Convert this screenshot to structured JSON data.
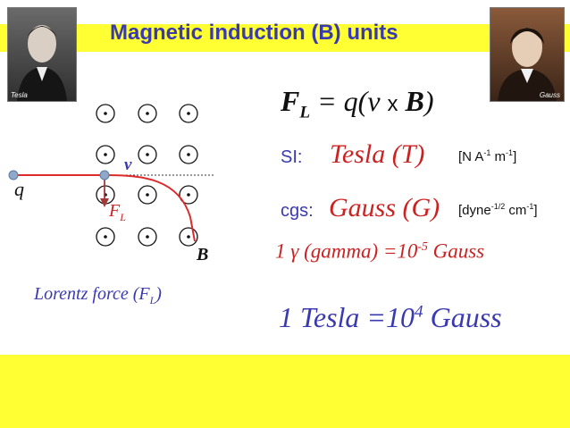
{
  "slide": {
    "title": "Magnetic induction (B) units",
    "colors": {
      "band": "#ffff33",
      "title": "#3a3ab0",
      "accent_red": "#cc2222",
      "curve": "#dd2a2a",
      "particle": "#8fa9c9"
    }
  },
  "photos": {
    "left_caption": "Tesla",
    "right_caption": "Gauss"
  },
  "diagram": {
    "charge_label": "q",
    "velocity_label": "v",
    "force_label_main": "F",
    "force_label_sub": "L",
    "field_label": "B",
    "caption_main": "Lorentz force (F",
    "caption_sub": "L",
    "caption_close": ")"
  },
  "equations": {
    "lorentz": {
      "lhs_main": "F",
      "lhs_sub": "L",
      "rhs_prefix": "= q(v",
      "cross": "x",
      "rhs_b": "B",
      "rhs_close": ")"
    },
    "si": {
      "system": "SI:",
      "unit": "Tesla (T)",
      "dims_open": "[N A",
      "dims_exp1": "-1",
      "dims_mid": " m",
      "dims_exp2": "-1",
      "dims_close": "]"
    },
    "cgs": {
      "system": "cgs:",
      "unit": "Gauss (G)",
      "dims_open": "[dyne",
      "dims_exp1": "-1/2",
      "dims_mid": " cm",
      "dims_exp2": "-1",
      "dims_close": "]"
    },
    "gamma": {
      "prefix": "1 γ (gamma) =10",
      "exp": "-5",
      "suffix": " Gauss"
    },
    "conversion": {
      "prefix": "1 Tesla =10",
      "exp": "4",
      "suffix": " Gauss"
    }
  }
}
